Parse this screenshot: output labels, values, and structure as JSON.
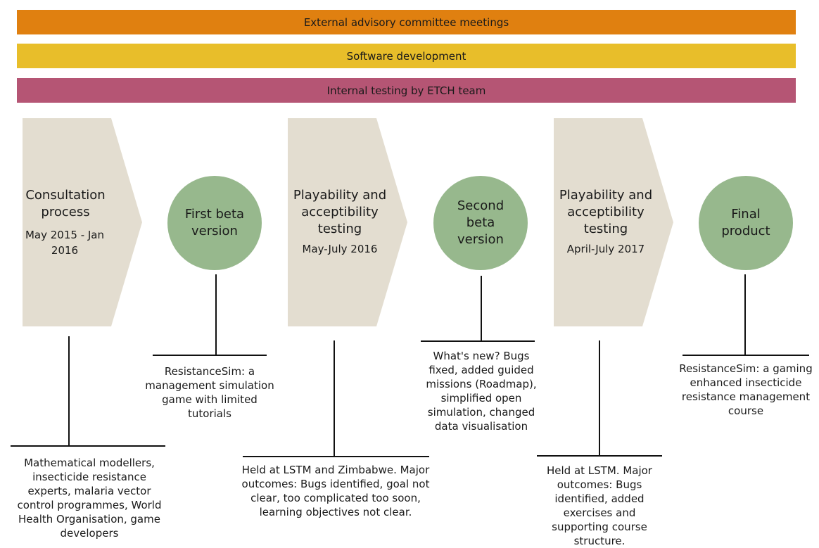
{
  "bands": {
    "advisory": "External advisory committee meetings",
    "software": "Software development",
    "internal": "Internal testing by ETCH team"
  },
  "stages": {
    "consultation": {
      "title": "Consultation process",
      "date": "May 2015 - Jan 2016"
    },
    "testing_1": {
      "title": "Playability and acceptibility testing",
      "date": "May-July 2016"
    },
    "testing_2": {
      "title": "Playability and acceptibility testing",
      "date": "April-July 2017"
    }
  },
  "milestones": {
    "beta_1": "First beta version",
    "beta_2": "Second beta version",
    "final": "Final product"
  },
  "notes": {
    "consultation": "Mathematical modellers, insecticide resistance experts, malaria vector control programmes, World Health Organisation, game developers",
    "beta_1": "ResistanceSim: a management simulation game with limited tutorials",
    "testing_1": "Held at LSTM and Zimbabwe. Major outcomes: Bugs identified, goal not clear, too complicated too soon, learning objectives not clear.",
    "beta_2": "What's new? Bugs fixed, added guided missions (Roadmap), simplified open simulation, changed data visualisation",
    "testing_2": "Held at LSTM. Major outcomes: Bugs identified, added exercises and supporting course structure.",
    "final": "ResistanceSim: a gaming enhanced insecticide resistance management course"
  },
  "colors": {
    "advisory": "#e08010",
    "software": "#e8be2a",
    "internal": "#b55574",
    "stage": "#e3ddd0",
    "milestone": "#97b88d"
  }
}
